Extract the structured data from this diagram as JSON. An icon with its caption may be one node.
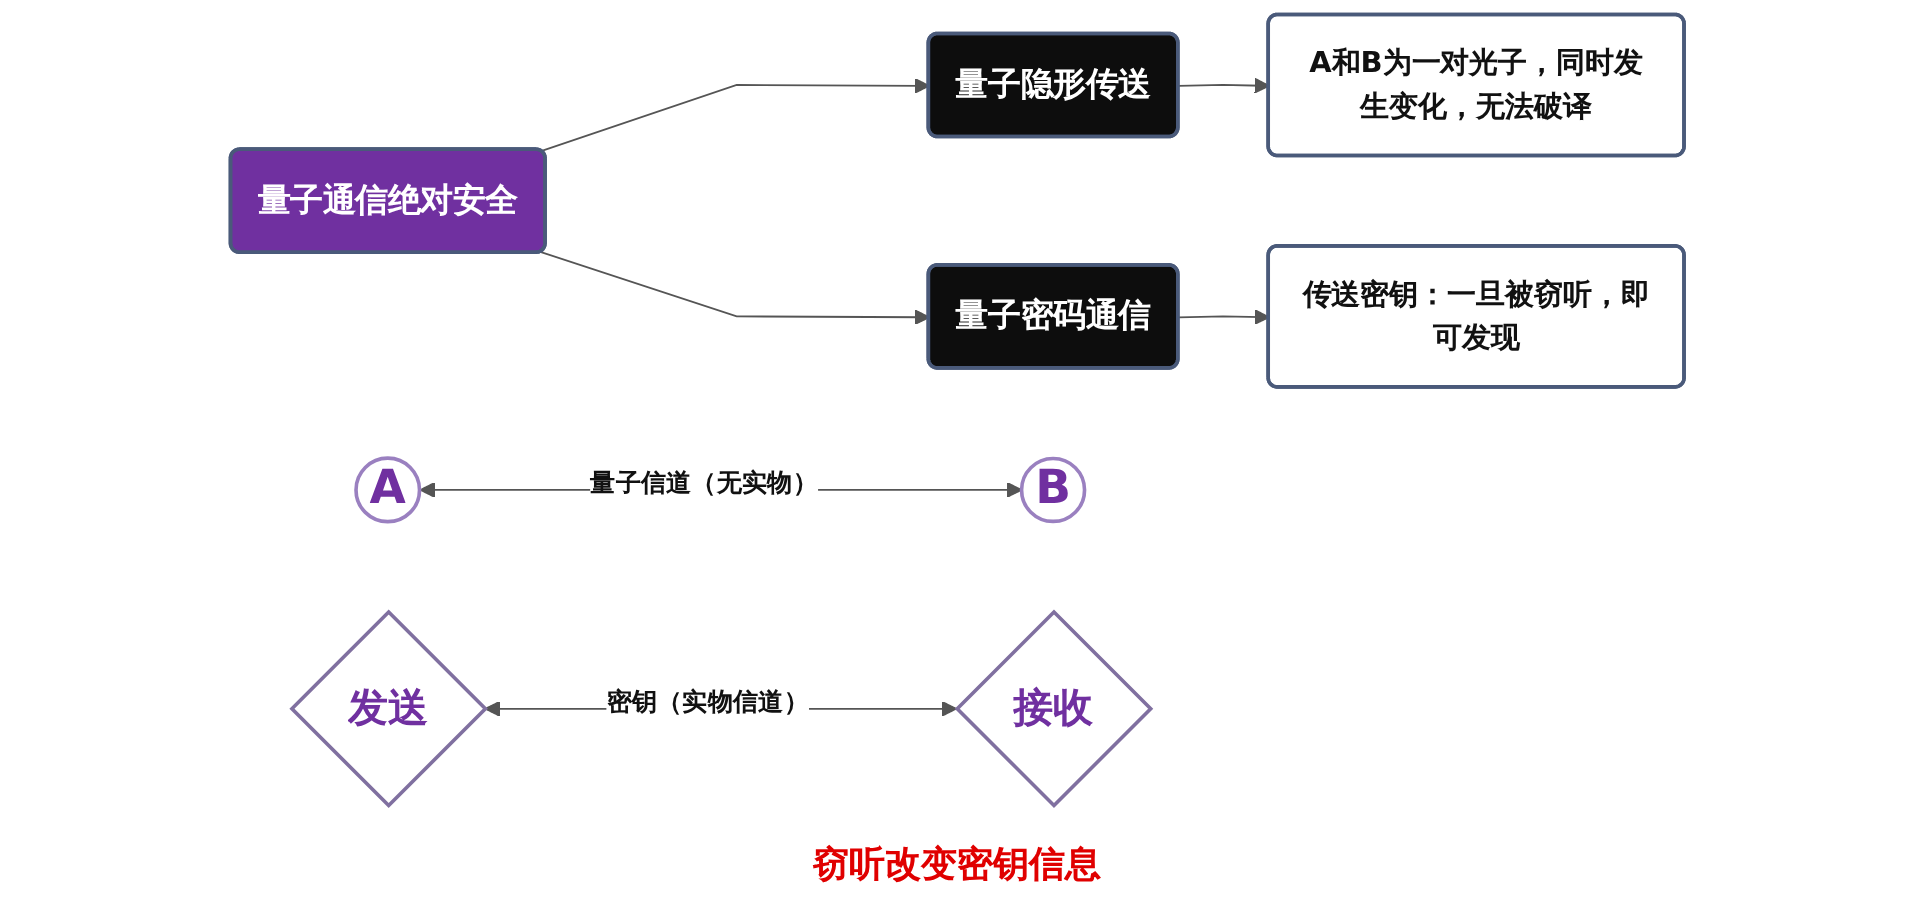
{
  "diagram": {
    "nodes": [
      {
        "text": [
          "量子通信绝对安全"
        ]
      },
      {
        "text": [
          "量子隐形传送"
        ]
      },
      {
        "text": [
          "量子密码通信"
        ]
      },
      {
        "text": [
          "A和B为一对光子，同时发生变化，无法破译"
        ]
      },
      {
        "text": [
          "A"
        ]
      },
      {
        "text": [
          "B"
        ]
      },
      {
        "text": [
          "传送密钥：一旦被窃听，即可发现"
        ]
      },
      {
        "text": [
          "发送"
        ]
      },
      {
        "text": [
          "接收"
        ]
      }
    ],
    "edges": [
      {
        "from": 0,
        "to": 1,
        "arrow": "to"
      },
      {
        "from": 0,
        "to": 2,
        "arrow": "to"
      },
      {
        "from": 1,
        "to": 3,
        "arrow": "to"
      },
      {
        "from": 2,
        "to": 6,
        "arrow": "to"
      },
      {
        "from": 4,
        "to": 5,
        "arrow": "both",
        "label": "量子信道（无实物）"
      },
      {
        "from": 7,
        "to": 8,
        "arrow": "both",
        "label": "密钥（实物信道）"
      }
    ],
    "labels": [
      "窃听改变密钥信息"
    ]
  }
}
